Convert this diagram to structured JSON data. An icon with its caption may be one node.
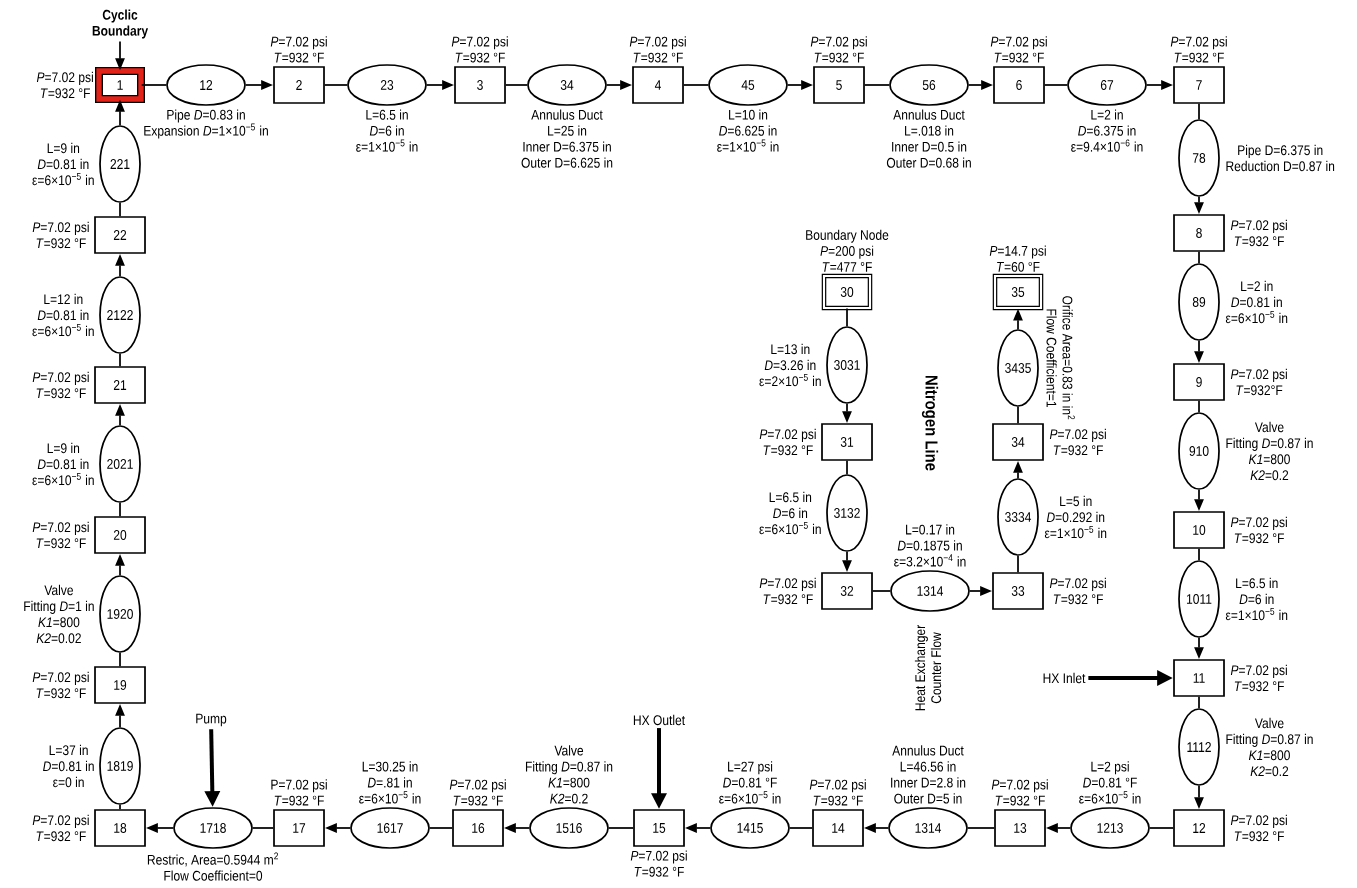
{
  "diagram": {
    "nodes": [
      {
        "text": [
          "Cyclic Boundary"
        ]
      },
      {
        "text": [
          "1"
        ],
        "beside": [
          "*P*=7.02 psi",
          "*T*=932 °F"
        ]
      },
      {
        "text": [
          "12"
        ],
        "beside": [
          "Pipe *D*=0.83 in",
          "Expansion *D*=1×10$^{−5}$ in"
        ]
      },
      {
        "text": [
          "2"
        ],
        "beside": [
          "*P*=7.02 psi",
          "*T*=932 °F"
        ]
      },
      {
        "text": [
          "23"
        ],
        "beside": [
          "L=6.5 in",
          "*D*=6 in",
          "ε=1×10$^{−5}$ in"
        ]
      },
      {
        "text": [
          "3"
        ],
        "beside": [
          "*P*=7.02 psi",
          "*T*=932 °F"
        ]
      },
      {
        "text": [
          "34"
        ],
        "beside": [
          "Annulus Duct",
          "L=25 in",
          "Inner D=6.375 in",
          "Outer D=6.625 in"
        ]
      },
      {
        "text": [
          "4"
        ],
        "beside": [
          "*P*=7.02 psi",
          "*T*=932 °F"
        ]
      },
      {
        "text": [
          "45"
        ],
        "beside": [
          "L=10 in",
          "*D*=6.625 in",
          "ε=1×10$^{−5}$ in"
        ]
      },
      {
        "text": [
          "5"
        ],
        "beside": [
          "*P*=7.02 psi",
          "*T*=932 °F"
        ]
      },
      {
        "text": [
          "56"
        ],
        "beside": [
          "Annulus Duct",
          "L=.018 in",
          "Inner D=0.5 in",
          "Outer D=0.68 in"
        ]
      },
      {
        "text": [
          "6"
        ],
        "beside": [
          "*P*=7.02 psi",
          "*T*=932 °F"
        ]
      },
      {
        "text": [
          "67"
        ],
        "beside": [
          "L=2 in",
          "*D*=6.375 in",
          "ε=9.4×10$^{−6}$ in"
        ]
      },
      {
        "text": [
          "7"
        ],
        "beside": [
          "*P*=7.02 psi",
          "*T*=932 °F"
        ]
      },
      {
        "text": [
          "78"
        ],
        "beside": [
          "Pipe D=6.375 in",
          "Reduction D=0.87 in"
        ]
      },
      {
        "text": [
          "8"
        ],
        "beside": [
          "*P*=7.02 psi",
          "*T*=932 °F"
        ]
      },
      {
        "text": [
          "89"
        ],
        "beside": [
          "L=2 in",
          "*D*=0.81 in",
          "ε=6×10$^{−5}$ in"
        ]
      },
      {
        "text": [
          "9"
        ],
        "beside": [
          "*P*=7.02 psi",
          "*T*=932°F"
        ]
      },
      {
        "text": [
          "910"
        ],
        "beside": [
          "Valve",
          "Fitting *D*=0.87 in",
          "*K1*=800",
          "*K2*=0.2"
        ]
      },
      {
        "text": [
          "10"
        ],
        "beside": [
          "*P*=7.02 psi",
          "*T*=932 °F"
        ]
      },
      {
        "text": [
          "1011"
        ],
        "beside": [
          "L=6.5 in",
          "*D*=6 in",
          "ε=1×10$^{−5}$ in"
        ]
      },
      {
        "text": [
          "11"
        ],
        "beside": [
          "*P*=7.02 psi",
          "*T*=932 °F"
        ]
      },
      {
        "text": [
          "1112"
        ],
        "beside": [
          "Valve",
          "Fitting *D*=0.87 in",
          "*K1*=800",
          "*K2*=0.2"
        ]
      },
      {
        "text": [
          "12"
        ],
        "beside": [
          "*P*=7.02 psi",
          "*T*=932 °F"
        ]
      },
      {
        "text": [
          "1213"
        ],
        "beside": [
          "L=2 psi",
          "*D*=0.81 °F",
          "ε=6×10$^{−5}$ in"
        ]
      },
      {
        "text": [
          "13"
        ],
        "beside": [
          "*P*=7.02 psi",
          "*T*=932 °F"
        ]
      },
      {
        "text": [
          "1314"
        ],
        "beside": [
          "Annulus Duct",
          "L=46.56 in",
          "Inner D=2.8 in",
          "Outer D=5 in"
        ]
      },
      {
        "text": [
          "14"
        ],
        "beside": [
          "*P*=7.02 psi",
          "*T*=932 °F"
        ]
      },
      {
        "text": [
          "1415"
        ],
        "beside": [
          "L=27 psi",
          "*D*=0.81 °F",
          "ε=6×10$^{−5}$ in"
        ]
      },
      {
        "text": [
          "15"
        ],
        "beside": [
          "*P*=7.02 psi",
          "*T*=932 °F"
        ]
      },
      {
        "text": [
          "1516"
        ],
        "beside": [
          "Valve",
          "Fitting *D*=0.87 in",
          "*K1*=800",
          "*K2*=0.2"
        ]
      },
      {
        "text": [
          "16"
        ],
        "beside": [
          "*P*=7.02 psi",
          "*T*=932 °F"
        ]
      },
      {
        "text": [
          "1617"
        ],
        "beside": [
          "L=30.25 in",
          "*D*=.81 in",
          "ε=6×10$^{−5}$ in"
        ]
      },
      {
        "text": [
          "17"
        ],
        "beside": [
          "P=7.02 psi",
          "*T*=932 °F"
        ]
      },
      {
        "text": [
          "1718"
        ],
        "beside": [
          "Restric, Area=0.5944 m$^{2}$",
          "Flow Coefficient=0"
        ]
      },
      {
        "text": [
          "18"
        ],
        "beside": [
          "*P*=7.02 psi",
          "*T*=932 °F"
        ]
      },
      {
        "text": [
          "1819"
        ],
        "beside": [
          "L=37 in",
          "*D*=0.81 in",
          "ε=0 in"
        ]
      },
      {
        "text": [
          "19"
        ],
        "beside": [
          "*P*=7.02 psi",
          "*T*=932 °F"
        ]
      },
      {
        "text": [
          "1920"
        ],
        "beside": [
          "Valve",
          "Fitting *D*=1 in",
          "*K1*=800",
          "*K2*=0.02"
        ]
      },
      {
        "text": [
          "20"
        ],
        "beside": [
          "*P*=7.02 psi",
          "*T*=932 °F"
        ]
      },
      {
        "text": [
          "2021"
        ],
        "beside": [
          "L=9 in",
          "*D*=0.81 in",
          "ε=6×10$^{−5}$ in"
        ]
      },
      {
        "text": [
          "21"
        ],
        "beside": [
          "*P*=7.02 psi",
          "*T*=932 °F"
        ]
      },
      {
        "text": [
          "2122"
        ],
        "beside": [
          "L=12 in",
          "*D*=0.81 in",
          "ε=6×10$^{−5}$ in"
        ]
      },
      {
        "text": [
          "22"
        ],
        "beside": [
          "*P*=7.02 psi",
          "*T*=932 °F"
        ]
      },
      {
        "text": [
          "221"
        ],
        "beside": [
          "L=9 in",
          "*D*=0.81 in",
          "ε=6×10$^{−5}$ in"
        ]
      },
      {
        "text": [
          "30"
        ],
        "beside": [
          "Boundary Node",
          "*P*=200 psi",
          "*T*=477 °F"
        ]
      },
      {
        "text": [
          "3031"
        ],
        "beside": [
          "L=13 in",
          "*D*=3.26 in",
          "ε=2×10$^{−5}$ in"
        ]
      },
      {
        "text": [
          "31"
        ],
        "beside": [
          "*P*=7.02 psi",
          "*T*=932 °F"
        ]
      },
      {
        "text": [
          "3132"
        ],
        "beside": [
          "L=6.5 in",
          "*D*=6 in",
          "ε=6×10$^{−5}$ in"
        ]
      },
      {
        "text": [
          "32"
        ],
        "beside": [
          "*P*=7.02 psi",
          "*T*=932 °F"
        ]
      },
      {
        "text": [
          "1314"
        ],
        "beside": [
          "L=0.17 in",
          "*D*=0.1875 in",
          "ε=3.2×10$^{−4}$ in"
        ]
      },
      {
        "text": [
          "33"
        ],
        "beside": [
          "*P*=7.02 psi",
          "*T*=932 °F"
        ]
      },
      {
        "text": [
          "3334"
        ],
        "beside": [
          "L=5 in",
          "*D*=0.292 in",
          "ε=1×10$^{−5}$ in"
        ]
      },
      {
        "text": [
          "34"
        ],
        "beside": [
          "*P*=7.02 psi",
          "*T*=932 °F"
        ]
      },
      {
        "text": [
          "3435"
        ],
        "beside": [
          "Orifice Area=0.83 in in$^{2}$",
          "Flow Coefficient=1"
        ]
      },
      {
        "text": [
          "35"
        ],
        "beside": [
          "*P*=14.7 psi",
          "*T*=60 °F"
        ]
      },
      {
        "text": [
          "HX Inlet"
        ]
      },
      {
        "text": [
          "HX Outlet"
        ]
      },
      {
        "text": [
          "Pump"
        ]
      }
    ],
    "edges": [
      {
        "from": 0,
        "to": 1,
        "arrow": "to"
      },
      {
        "from": 1,
        "to": 2,
        "arrow": "none"
      },
      {
        "from": 2,
        "to": 3,
        "arrow": "to"
      },
      {
        "from": 3,
        "to": 4,
        "arrow": "none"
      },
      {
        "from": 4,
        "to": 5,
        "arrow": "to"
      },
      {
        "from": 5,
        "to": 6,
        "arrow": "none"
      },
      {
        "from": 6,
        "to": 7,
        "arrow": "to"
      },
      {
        "from": 7,
        "to": 8,
        "arrow": "none"
      },
      {
        "from": 8,
        "to": 9,
        "arrow": "to"
      },
      {
        "from": 9,
        "to": 10,
        "arrow": "none"
      },
      {
        "from": 10,
        "to": 11,
        "arrow": "to"
      },
      {
        "from": 11,
        "to": 12,
        "arrow": "none"
      },
      {
        "from": 12,
        "to": 13,
        "arrow": "to"
      },
      {
        "from": 13,
        "to": 14,
        "arrow": "none"
      },
      {
        "from": 14,
        "to": 15,
        "arrow": "to"
      },
      {
        "from": 15,
        "to": 16,
        "arrow": "none"
      },
      {
        "from": 16,
        "to": 17,
        "arrow": "to"
      },
      {
        "from": 17,
        "to": 18,
        "arrow": "none"
      },
      {
        "from": 18,
        "to": 19,
        "arrow": "to"
      },
      {
        "from": 19,
        "to": 20,
        "arrow": "none"
      },
      {
        "from": 20,
        "to": 21,
        "arrow": "to"
      },
      {
        "from": 21,
        "to": 22,
        "arrow": "none"
      },
      {
        "from": 22,
        "to": 23,
        "arrow": "to"
      },
      {
        "from": 23,
        "to": 24,
        "arrow": "none"
      },
      {
        "from": 24,
        "to": 25,
        "arrow": "to"
      },
      {
        "from": 25,
        "to": 26,
        "arrow": "none"
      },
      {
        "from": 26,
        "to": 27,
        "arrow": "to"
      },
      {
        "from": 27,
        "to": 28,
        "arrow": "none"
      },
      {
        "from": 28,
        "to": 29,
        "arrow": "to"
      },
      {
        "from": 29,
        "to": 30,
        "arrow": "none"
      },
      {
        "from": 30,
        "to": 31,
        "arrow": "to"
      },
      {
        "from": 31,
        "to": 32,
        "arrow": "none"
      },
      {
        "from": 32,
        "to": 33,
        "arrow": "to"
      },
      {
        "from": 33,
        "to": 34,
        "arrow": "none"
      },
      {
        "from": 34,
        "to": 35,
        "arrow": "to"
      },
      {
        "from": 35,
        "to": 36,
        "arrow": "none"
      },
      {
        "from": 36,
        "to": 37,
        "arrow": "to"
      },
      {
        "from": 37,
        "to": 38,
        "arrow": "none"
      },
      {
        "from": 38,
        "to": 39,
        "arrow": "to"
      },
      {
        "from": 39,
        "to": 40,
        "arrow": "none"
      },
      {
        "from": 40,
        "to": 41,
        "arrow": "to"
      },
      {
        "from": 41,
        "to": 42,
        "arrow": "none"
      },
      {
        "from": 42,
        "to": 43,
        "arrow": "to"
      },
      {
        "from": 43,
        "to": 44,
        "arrow": "none"
      },
      {
        "from": 44,
        "to": 1,
        "arrow": "to"
      },
      {
        "from": 45,
        "to": 46,
        "arrow": "none"
      },
      {
        "from": 46,
        "to": 47,
        "arrow": "to"
      },
      {
        "from": 47,
        "to": 48,
        "arrow": "none"
      },
      {
        "from": 48,
        "to": 49,
        "arrow": "to"
      },
      {
        "from": 49,
        "to": 50,
        "arrow": "none"
      },
      {
        "from": 50,
        "to": 51,
        "arrow": "to"
      },
      {
        "from": 51,
        "to": 52,
        "arrow": "none"
      },
      {
        "from": 52,
        "to": 53,
        "arrow": "to"
      },
      {
        "from": 53,
        "to": 54,
        "arrow": "none"
      },
      {
        "from": 54,
        "to": 55,
        "arrow": "to"
      },
      {
        "from": 56,
        "to": 21,
        "arrow": "to",
        "style": "thick"
      },
      {
        "from": 57,
        "to": 29,
        "arrow": "to",
        "style": "thick"
      },
      {
        "from": 58,
        "to": 34,
        "arrow": "to",
        "style": "thick"
      }
    ],
    "labels": [
      "Nitrogen Line",
      "Heat Exchanger",
      "Counter Flow"
    ]
  }
}
